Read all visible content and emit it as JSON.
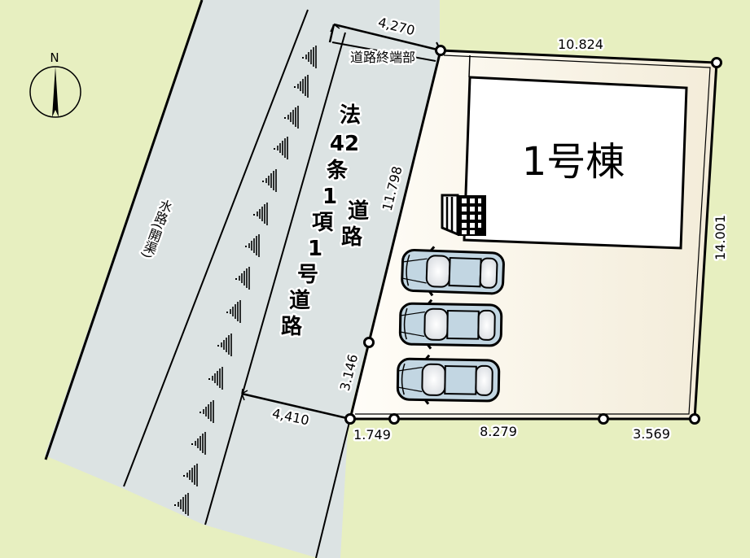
{
  "colors": {
    "background": "#e7efc0",
    "road": "#dce3e3",
    "lot": "#faf6ec",
    "building": "#ffffff",
    "car_body": "#c2d6e2",
    "line": "#000000"
  },
  "compass": {
    "label": "N",
    "icon": "north-arrow-icon"
  },
  "waterway": {
    "label": "水路(開渠)"
  },
  "road": {
    "label_col1": [
      "法",
      "42",
      "条",
      "1",
      "項",
      "1",
      "号",
      "道",
      "路"
    ],
    "label_col2": [
      "道",
      "路"
    ],
    "label_full": "法42条1項1号道路",
    "end_label": "道路終端部"
  },
  "building": {
    "label": "1号棟"
  },
  "dimensions": {
    "road_end_width": "4,270",
    "road_width_bottom": "4,410",
    "lot_top": "10.824",
    "lot_right": "14.001",
    "lot_left_upper": "11.798",
    "lot_left_lower": "3.146",
    "lot_bottom_1": "1.749",
    "lot_bottom_2": "8.279",
    "lot_bottom_3": "3.569"
  },
  "parking": {
    "cars": [
      {
        "name": "car-1"
      },
      {
        "name": "car-2"
      },
      {
        "name": "car-3"
      }
    ]
  }
}
